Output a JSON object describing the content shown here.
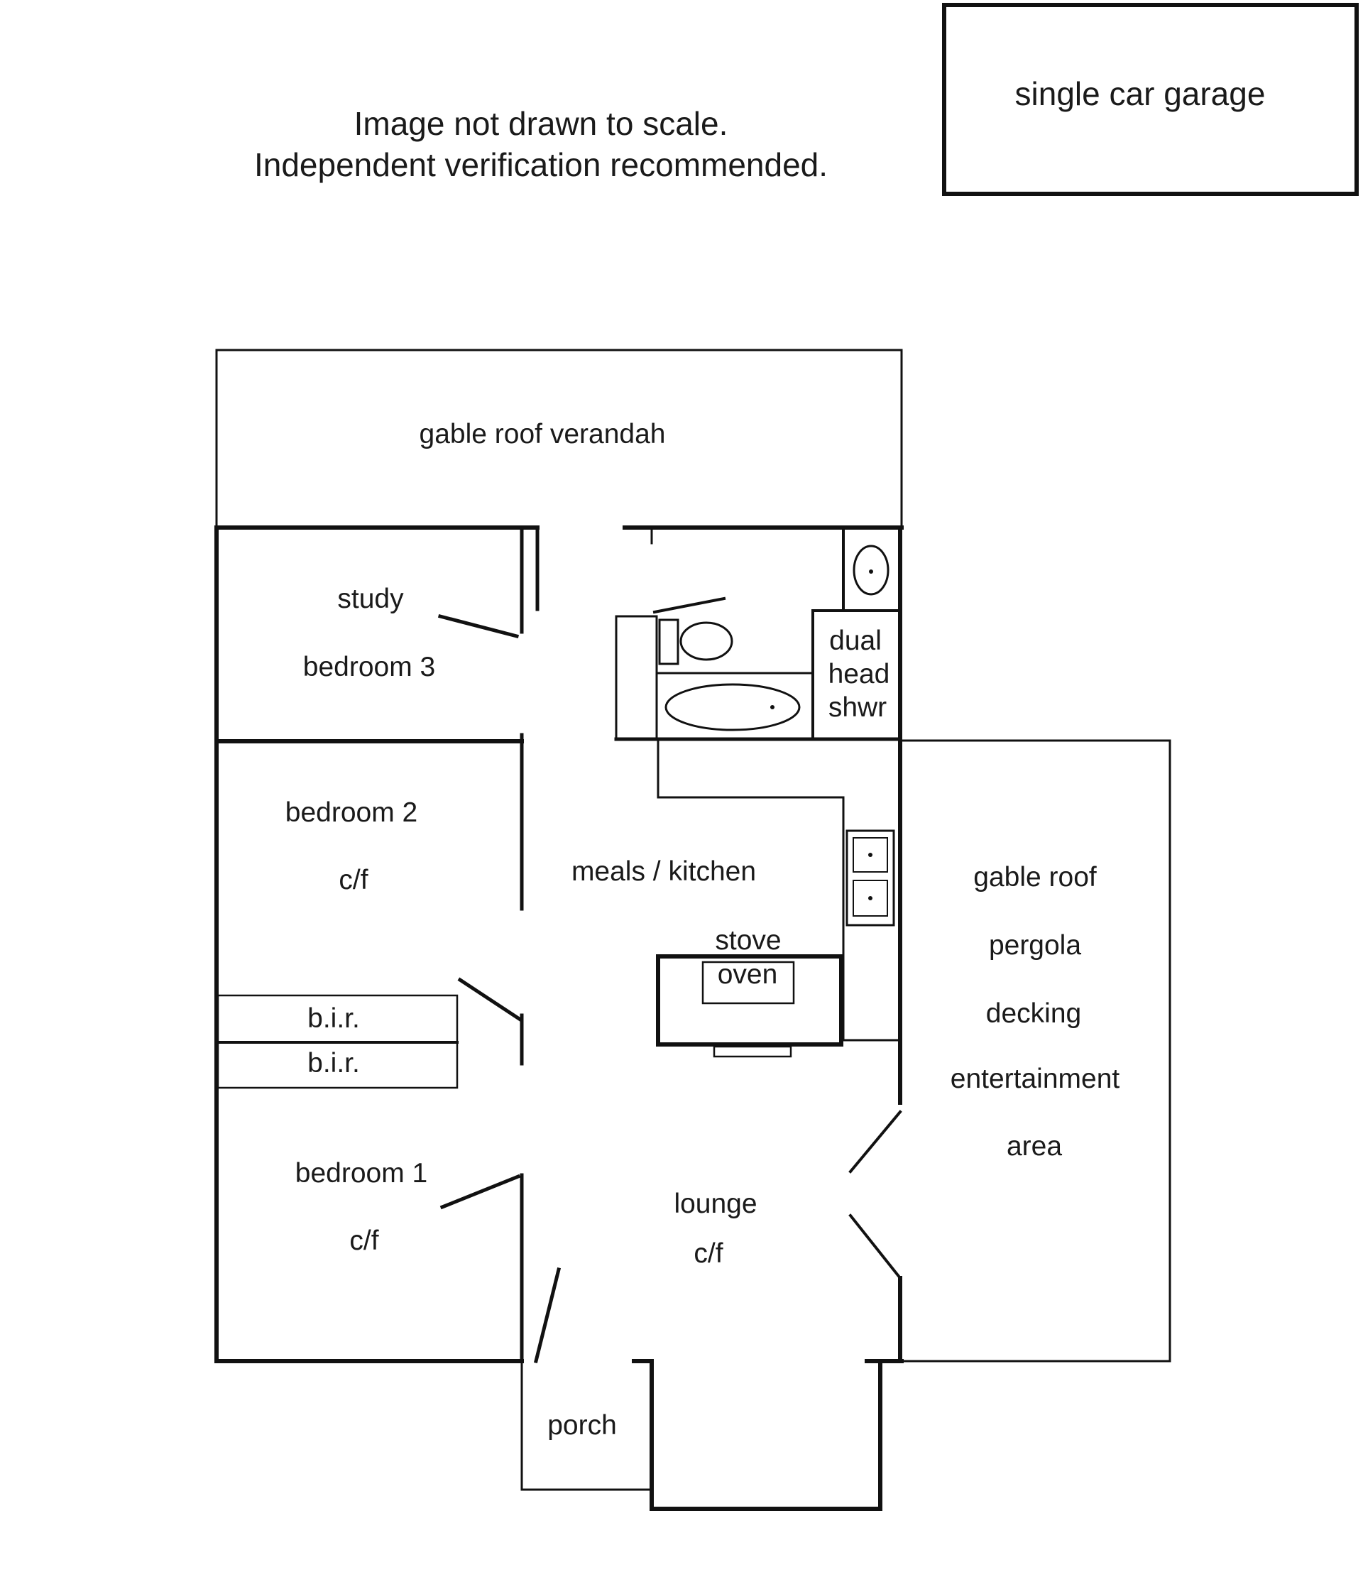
{
  "notice": {
    "line1": "Image not drawn to scale.",
    "line2": "Independent verification recommended."
  },
  "rooms": {
    "garage": "single car garage",
    "verandah": "gable roof verandah",
    "study": "study",
    "bedroom3": "bedroom 3",
    "bedroom2": "bedroom 2",
    "bedroom2_cf": "c/f",
    "meals_kitchen": "meals / kitchen",
    "stove": "stove",
    "oven": "oven",
    "bir1": "b.i.r.",
    "bir2": "b.i.r.",
    "bedroom1": "bedroom 1",
    "bedroom1_cf": "c/f",
    "lounge": "lounge",
    "lounge_cf": "c/f",
    "porch": "porch",
    "shower_line1": "dual",
    "shower_line2": "head",
    "shower_line3": "shwr",
    "pergola_line1": "gable roof",
    "pergola_line2": "pergola",
    "pergola_line3": "decking",
    "pergola_line4": "entertainment",
    "pergola_line5": "area"
  }
}
